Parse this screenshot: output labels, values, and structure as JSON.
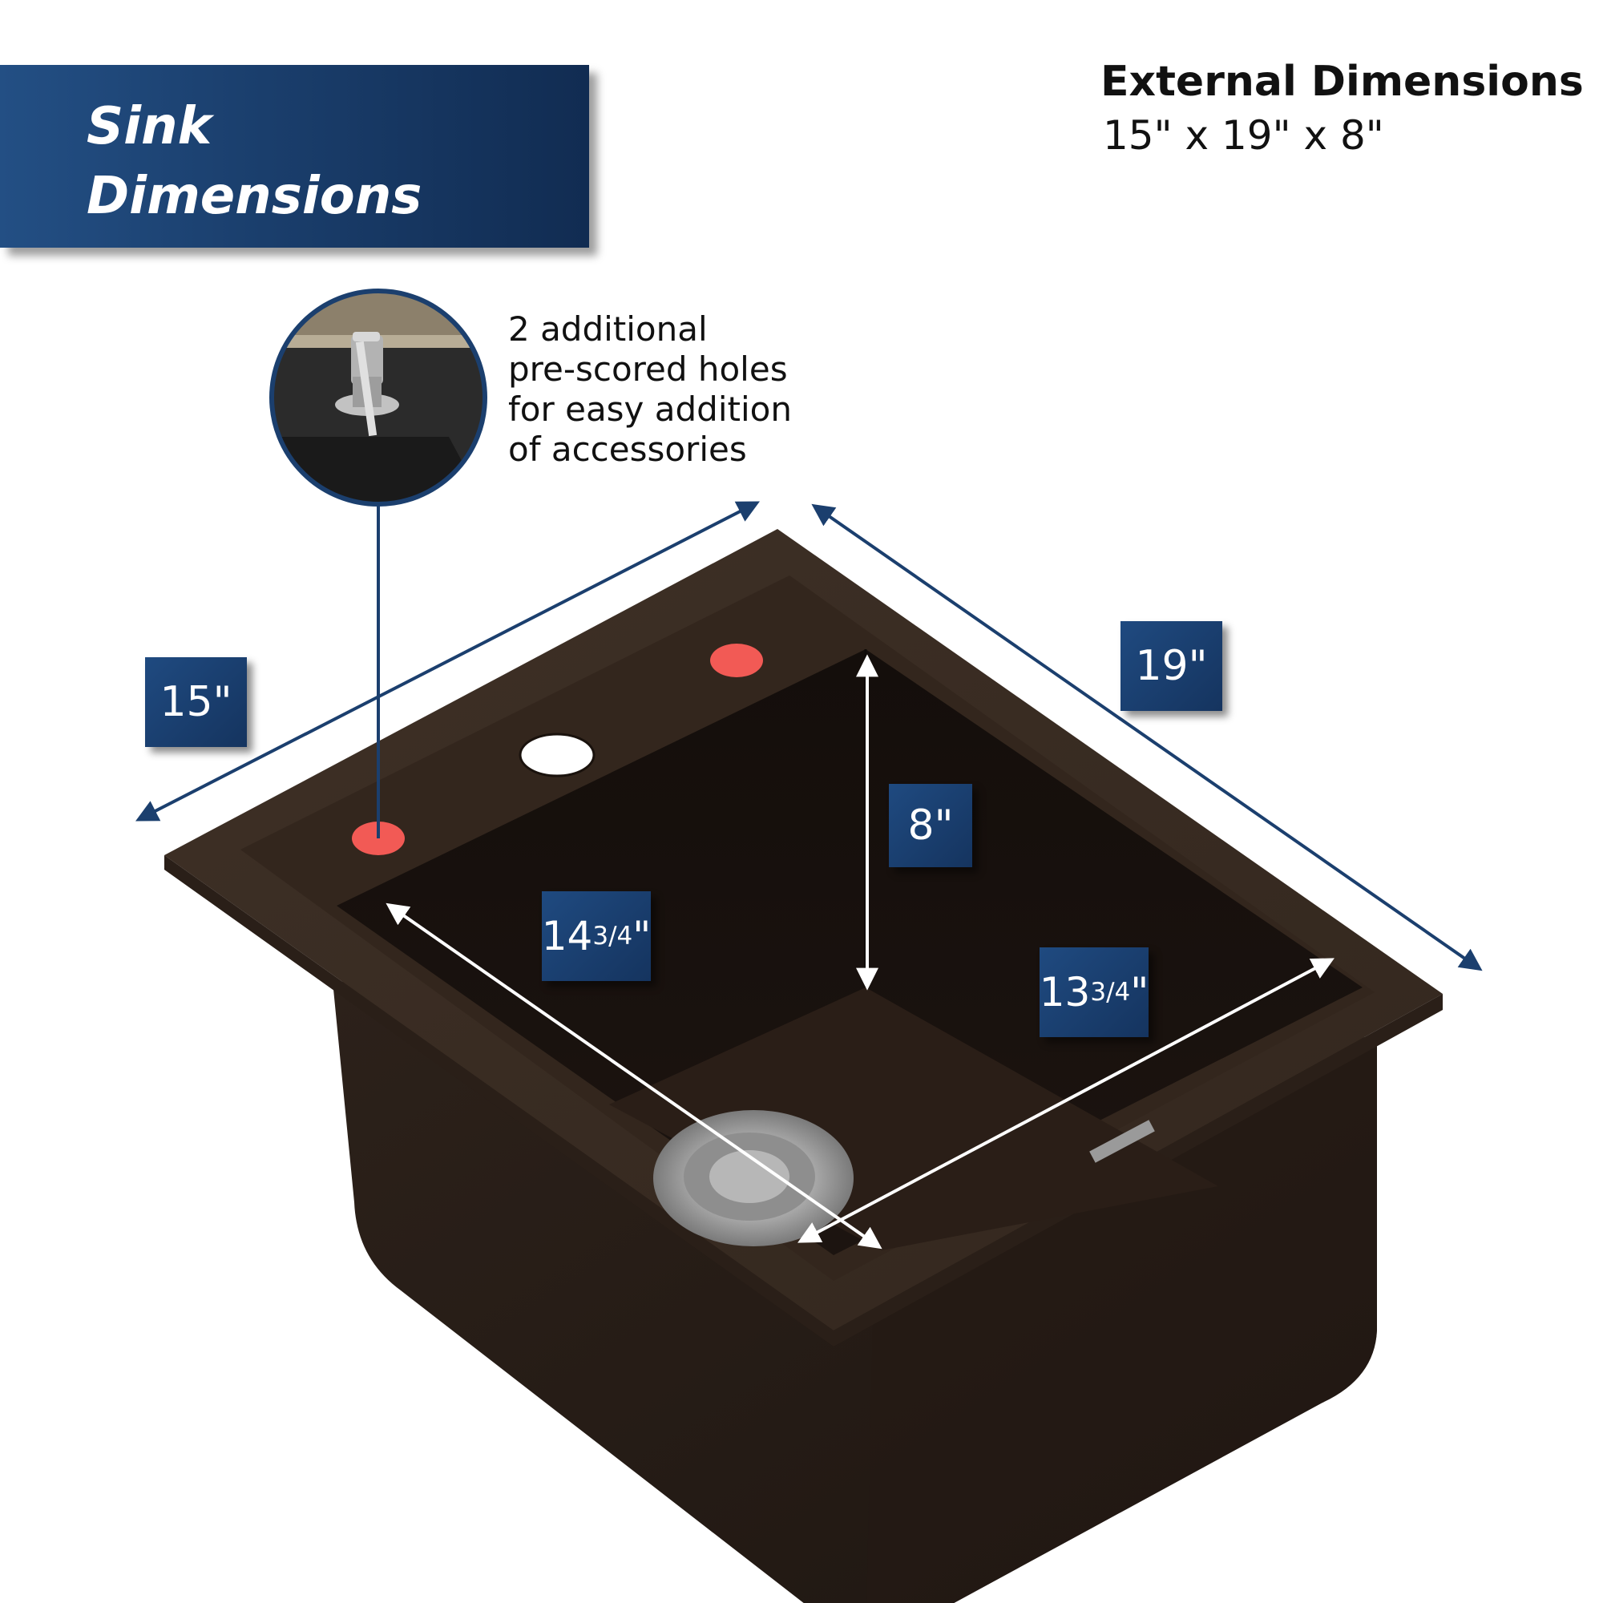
{
  "banner": {
    "line1": "Sink",
    "line2": "Dimensions"
  },
  "external": {
    "title": "External Dimensions",
    "value": "15\" x 19\" x 8\""
  },
  "callout": {
    "lines": [
      "2 additional",
      "pre-scored holes",
      "for easy addition",
      "of accessories"
    ]
  },
  "dimensions": {
    "width": "15\"",
    "length": "19\"",
    "depth": "8\"",
    "inner_length_whole": "14",
    "inner_length_fraction": "3/4",
    "inner_length_unit": "\"",
    "inner_width_whole": "13",
    "inner_width_fraction": "3/4",
    "inner_width_unit": "\""
  },
  "colors": {
    "accent": "#1b3f6e",
    "sink_body": "#2a1f17",
    "sink_rim": "#3b2d23",
    "hole_marker": "#f25a55"
  }
}
